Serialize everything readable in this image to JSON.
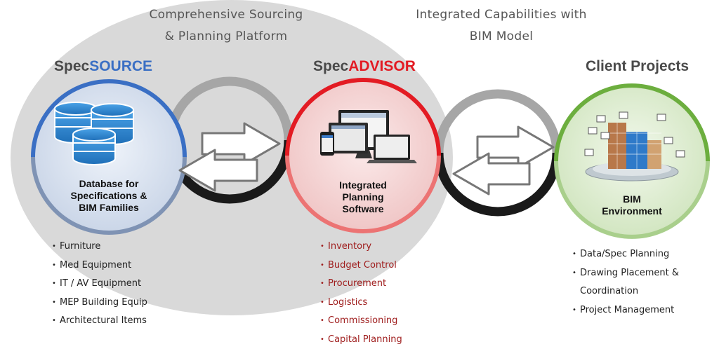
{
  "platform": {
    "sourcing_line1": "Comprehensive Sourcing",
    "sourcing_line2": "& Planning Platform",
    "integrated_line1": "Integrated Capabilities with",
    "integrated_line2": "BIM Model"
  },
  "specsource": {
    "title_prefix": "Spec",
    "title_suffix": "SOURCE",
    "caption_line1": "Database for",
    "caption_line2": "Specifications &",
    "caption_line3": "BIM Families",
    "icon": "database-stack-icon",
    "items": [
      "Furniture",
      "Med Equipment",
      "IT / AV Equipment",
      "MEP Building Equip",
      "Architectural Items"
    ]
  },
  "specadvisor": {
    "title_prefix": "Spec",
    "title_suffix": "ADVISOR",
    "caption_line1": "Integrated",
    "caption_line2": "Planning",
    "caption_line3": "Software",
    "icon": "devices-icon",
    "items": [
      "Inventory",
      "Budget Control",
      "Procurement",
      "Logistics",
      "Commissioning",
      "Capital Planning"
    ]
  },
  "client": {
    "title": "Client Projects",
    "caption_line1": "BIM",
    "caption_line2": "Environment",
    "icon": "bim-building-icon",
    "items": [
      "Data/Spec Planning",
      "Drawing Placement &",
      "Coordination",
      "Project Management"
    ]
  },
  "colors": {
    "specsource_blue": "#3a6fc4",
    "specadvisor_red": "#e31b23",
    "client_green": "#6cae3e",
    "heading_gray": "#4a4a4a",
    "list_red": "#9e1b1b",
    "platform_ellipse": "#d9d9d9"
  },
  "connectors": [
    "double-arrow-icon",
    "double-arrow-icon"
  ]
}
